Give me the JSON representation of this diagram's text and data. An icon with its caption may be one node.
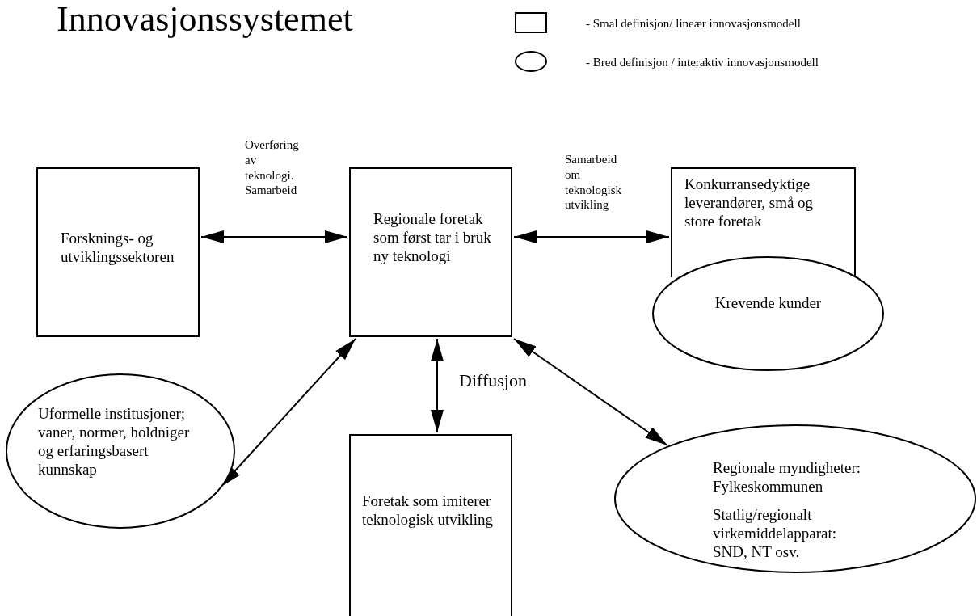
{
  "diagram": {
    "title": "Innovasjonssystemet",
    "nodes": [
      {
        "text": [
          "Forsknings- og utviklingssektoren"
        ]
      },
      {
        "text": [
          "Regionale foretak som først tar i bruk ny teknologi"
        ]
      },
      {
        "text": [
          "Konkurransedyktige leverandører, små og store foretak"
        ]
      },
      {
        "text": [
          "Krevende kunder"
        ]
      },
      {
        "text": [
          "Uformelle institusjoner; vaner, normer, holdniger og erfaringsbasert kunnskap"
        ]
      },
      {
        "text": [
          "Foretak som imiterer teknologisk utvikling"
        ]
      },
      {
        "text": [
          "Regionale myndigheter: Fylkeskommunen",
          "Statlig/regionalt virkemiddelapparat: SND, NT osv."
        ]
      }
    ],
    "edges": [
      {
        "from": 0,
        "to": 1,
        "arrow": "both",
        "label": "Overføring av teknologi. Samarbeid"
      },
      {
        "from": 1,
        "to": 2,
        "arrow": "both",
        "label": "Samarbeid om teknologisk utvikling"
      },
      {
        "from": 1,
        "to": 4,
        "arrow": "both"
      },
      {
        "from": 1,
        "to": 5,
        "arrow": "both",
        "label": "Diffusjon"
      },
      {
        "from": 1,
        "to": 6,
        "arrow": "both"
      }
    ],
    "legend": [
      {
        "text": "- Smal definisjon/ lineær innovasjonsmodell"
      },
      {
        "text": "- Bred definisjon / interaktiv innovasjonsmodell"
      }
    ]
  }
}
